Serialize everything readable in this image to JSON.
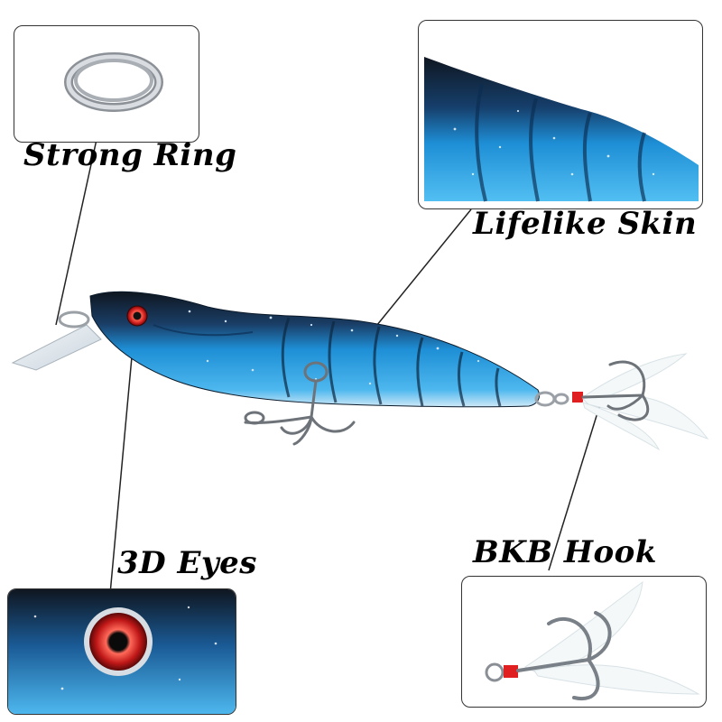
{
  "labels": {
    "strong_ring": "Strong Ring",
    "lifelike_skin": "Lifelike Skin",
    "eyes_3d": "3D Eyes",
    "bkb_hook": "BKB Hook"
  },
  "colors": {
    "body_blue": "#1e8fd6",
    "back_black": "#111822",
    "eye_red": "#d42a2a",
    "hook_steel": "#8a8f96",
    "ring_steel": "#b7bcc2",
    "band_red": "#e02020",
    "feather_white": "#eef4f6"
  },
  "icons": {
    "ring": "split-ring-icon",
    "hook": "treble-hook-icon",
    "eye": "lure-eye-icon"
  }
}
